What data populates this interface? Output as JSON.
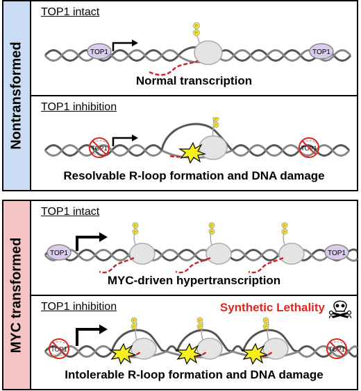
{
  "groups": {
    "nontransformed": {
      "label": "Nontransformed",
      "panel_intact": {
        "title": "TOP1 intact",
        "caption": "Normal transcription"
      },
      "panel_inhibition": {
        "title": "TOP1 inhibition",
        "caption": "Resolvable R-loop formation and DNA damage"
      }
    },
    "myc": {
      "label": "MYC transformed",
      "panel_intact": {
        "title": "TOP1 intact",
        "caption": "MYC-driven hypertranscription"
      },
      "panel_inhibition": {
        "title": "TOP1 inhibition",
        "caption": "Intolerable R-loop formation and DNA damage",
        "highlight": "Synthetic Lethality"
      }
    }
  },
  "labels": {
    "top1": "TOP1",
    "phospho": "P"
  },
  "colors": {
    "blue_sidebar": "#c9dcf3",
    "red_sidebar": "#f4c3c3",
    "top1_fill": "#d9cde9",
    "phospho": "#f2ea3a",
    "rna": "#c8282a",
    "lethal_text": "#e0261f",
    "damage_burst": "#f7f01e"
  },
  "icons": [
    "promoter-arrow-icon",
    "top1-enzyme-icon",
    "rna-polymerase-icon",
    "dna-damage-burst-icon",
    "inhibited-top1-icon",
    "skull-crossbones-icon"
  ]
}
